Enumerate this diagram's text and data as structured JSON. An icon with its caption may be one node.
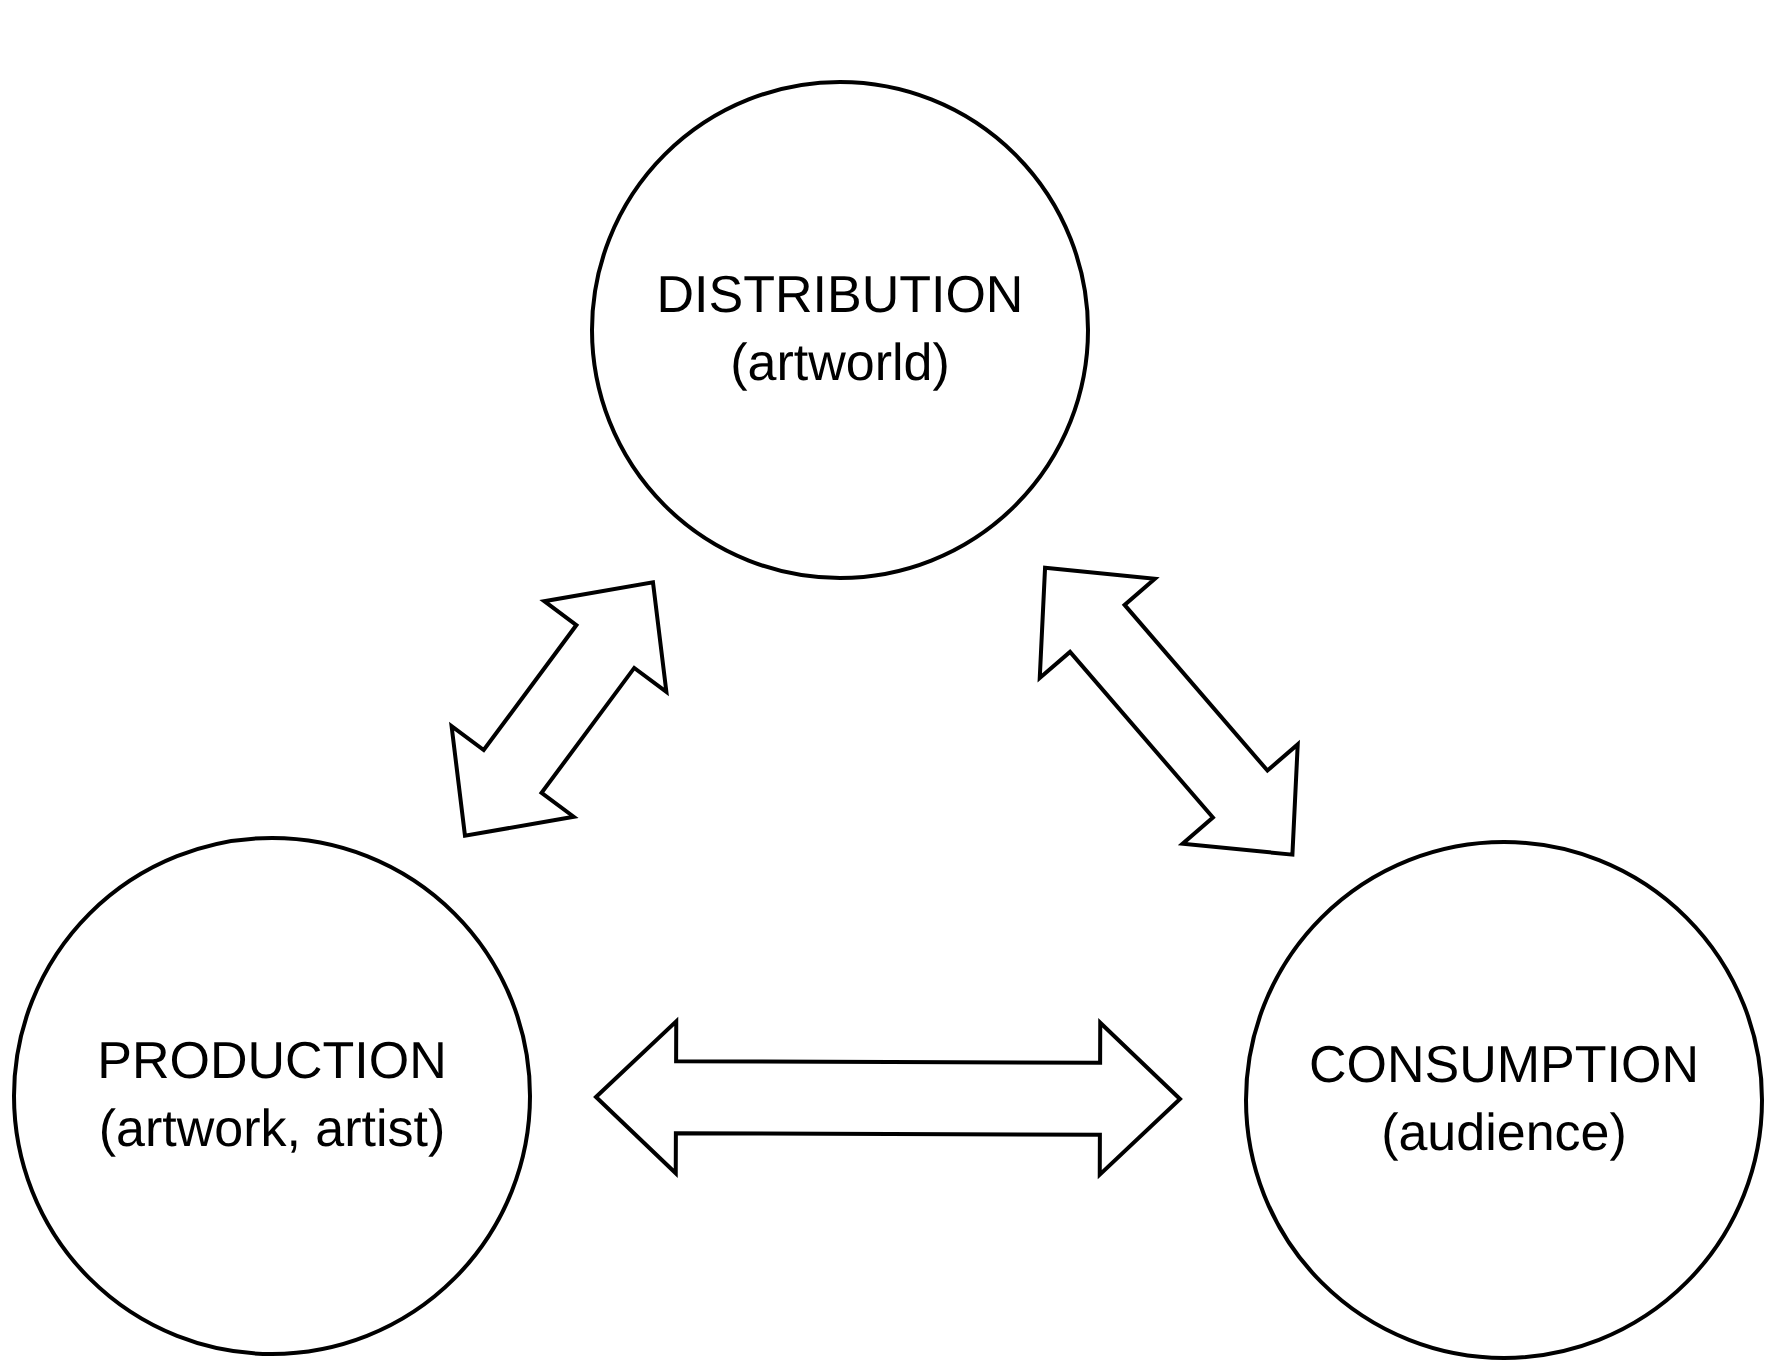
{
  "diagram": {
    "nodes": [
      {
        "text": [
          "DISTRIBUTION",
          "(artworld)"
        ]
      },
      {
        "text": [
          "PRODUCTION",
          "(artwork, artist)"
        ]
      },
      {
        "text": [
          "CONSUMPTION",
          "(audience)"
        ]
      }
    ],
    "edges": [
      {
        "from": 1,
        "to": 0,
        "arrow": "both"
      },
      {
        "from": 1,
        "to": 2,
        "arrow": "both"
      },
      {
        "from": 0,
        "to": 2,
        "arrow": "both"
      }
    ]
  }
}
